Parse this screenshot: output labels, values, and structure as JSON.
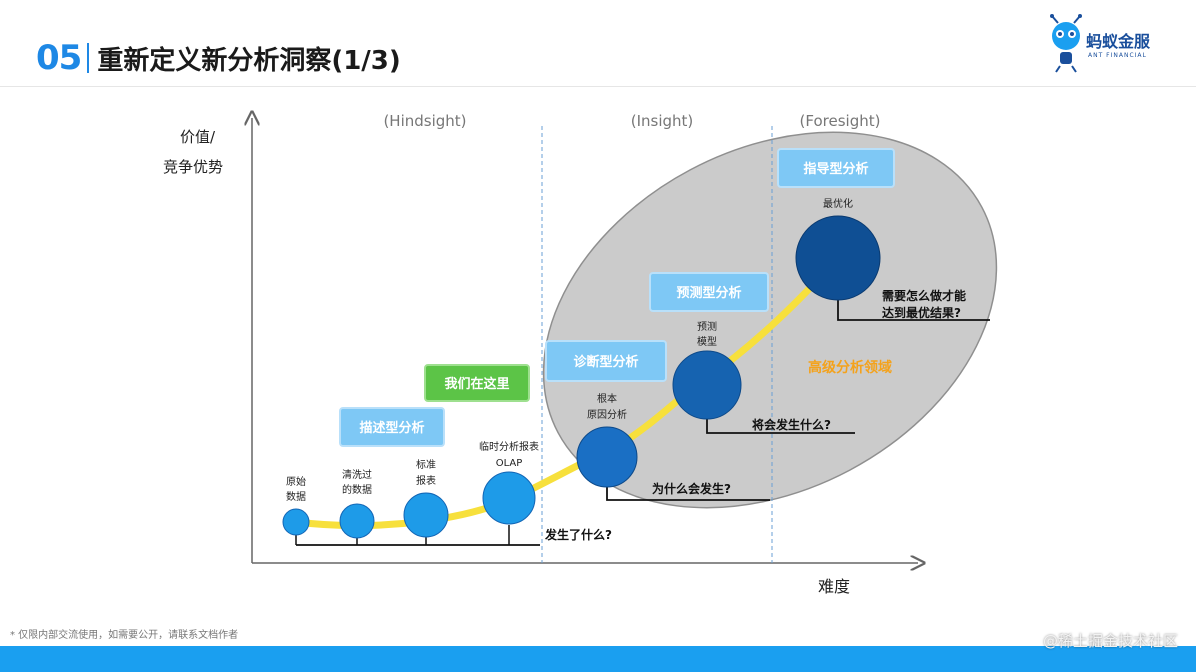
{
  "header": {
    "section_number": "05",
    "title": "重新定义新分析洞察(1/3)"
  },
  "logo": {
    "name": "蚂蚁金服",
    "subtitle": "ANT FINANCIAL"
  },
  "axes": {
    "y_label_line1": "价值/",
    "y_label_line2": "竞争优势",
    "x_label": "难度"
  },
  "phases": [
    "(Hindsight)",
    "(Insight)",
    "(Foresight)"
  ],
  "stages": {
    "descriptive": "描述型分析",
    "we_are_here": "我们在这里",
    "diagnostic": "诊断型分析",
    "predictive": "预测型分析",
    "prescriptive": "指导型分析"
  },
  "advanced_area_label": "高级分析领域",
  "nodes": [
    {
      "label_lines": [
        "原始",
        "数据"
      ]
    },
    {
      "label_lines": [
        "清洗过",
        "的数据"
      ]
    },
    {
      "label_lines": [
        "标准",
        "报表"
      ]
    },
    {
      "label_lines": [
        "临时分析报表",
        "OLAP"
      ]
    },
    {
      "label_lines": [
        "根本",
        "原因分析"
      ]
    },
    {
      "label_lines": [
        "预测",
        "模型"
      ]
    },
    {
      "label_lines": [
        "最优化"
      ]
    }
  ],
  "questions": {
    "what_happened": "发生了什么?",
    "why_happened": "为什么会发生?",
    "what_will_happen": "将会发生什么?",
    "how_best_line1": "需要怎么做才能",
    "how_best_line2": "达到最优结果?"
  },
  "footer": {
    "note": "* 仅限内部交流使用，如需要公开，请联系文档作者",
    "watermark": "@稀土掘金技术社区"
  },
  "colors": {
    "accent_blue": "#1e88e5",
    "stage_box": "#7ec8f5",
    "here_box": "#5cc447",
    "curve": "#f7e03c",
    "ellipse": "#c9c9c9",
    "node_light": "#1e9be8",
    "node_dark": "#0f5aa6",
    "advanced_text": "#f4a21b"
  }
}
